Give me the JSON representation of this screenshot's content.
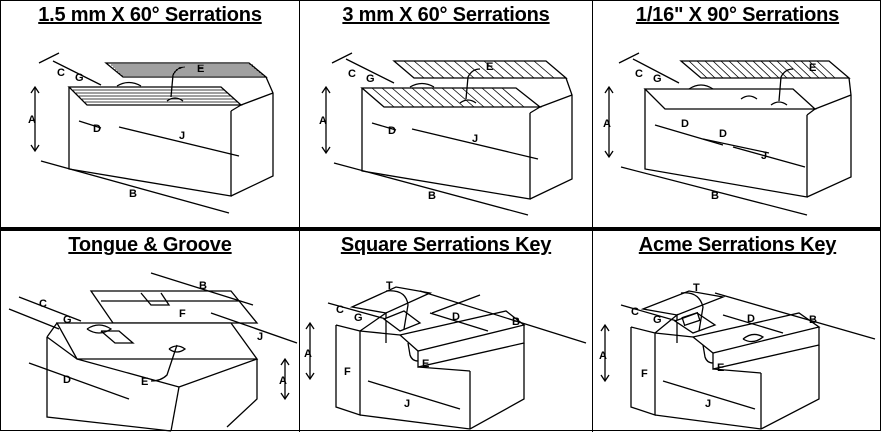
{
  "panels": [
    {
      "title": "1.5 mm X 60° Serrations",
      "labels": {
        "c": "C",
        "g": "G",
        "e": "E",
        "a": "A",
        "d": "D",
        "j": "J",
        "b": "B"
      }
    },
    {
      "title": "3 mm X 60° Serrations",
      "labels": {
        "c": "C",
        "g": "G",
        "e": "E",
        "a": "A",
        "d": "D",
        "j": "J",
        "b": "B"
      }
    },
    {
      "title": "1/16\" X 90° Serrations",
      "labels": {
        "c": "C",
        "g": "G",
        "e": "E",
        "a": "A",
        "d1": "D",
        "d2": "D",
        "j": "J",
        "b": "B"
      }
    },
    {
      "title": "Tongue & Groove",
      "labels": {
        "c": "C",
        "g": "G",
        "b": "B",
        "f": "F",
        "j": "J",
        "a": "A",
        "d": "D",
        "e": "E"
      }
    },
    {
      "title": "Square Serrations Key",
      "labels": {
        "t": "T",
        "c": "C",
        "g": "G",
        "d": "D",
        "b": "B",
        "a": "A",
        "f": "F",
        "e": "E",
        "j": "J"
      }
    },
    {
      "title": "Acme Serrations Key",
      "labels": {
        "t": "T",
        "c": "C",
        "g": "G",
        "d": "D",
        "b": "B",
        "a": "A",
        "f": "F",
        "e": "E",
        "j": "J"
      }
    }
  ]
}
